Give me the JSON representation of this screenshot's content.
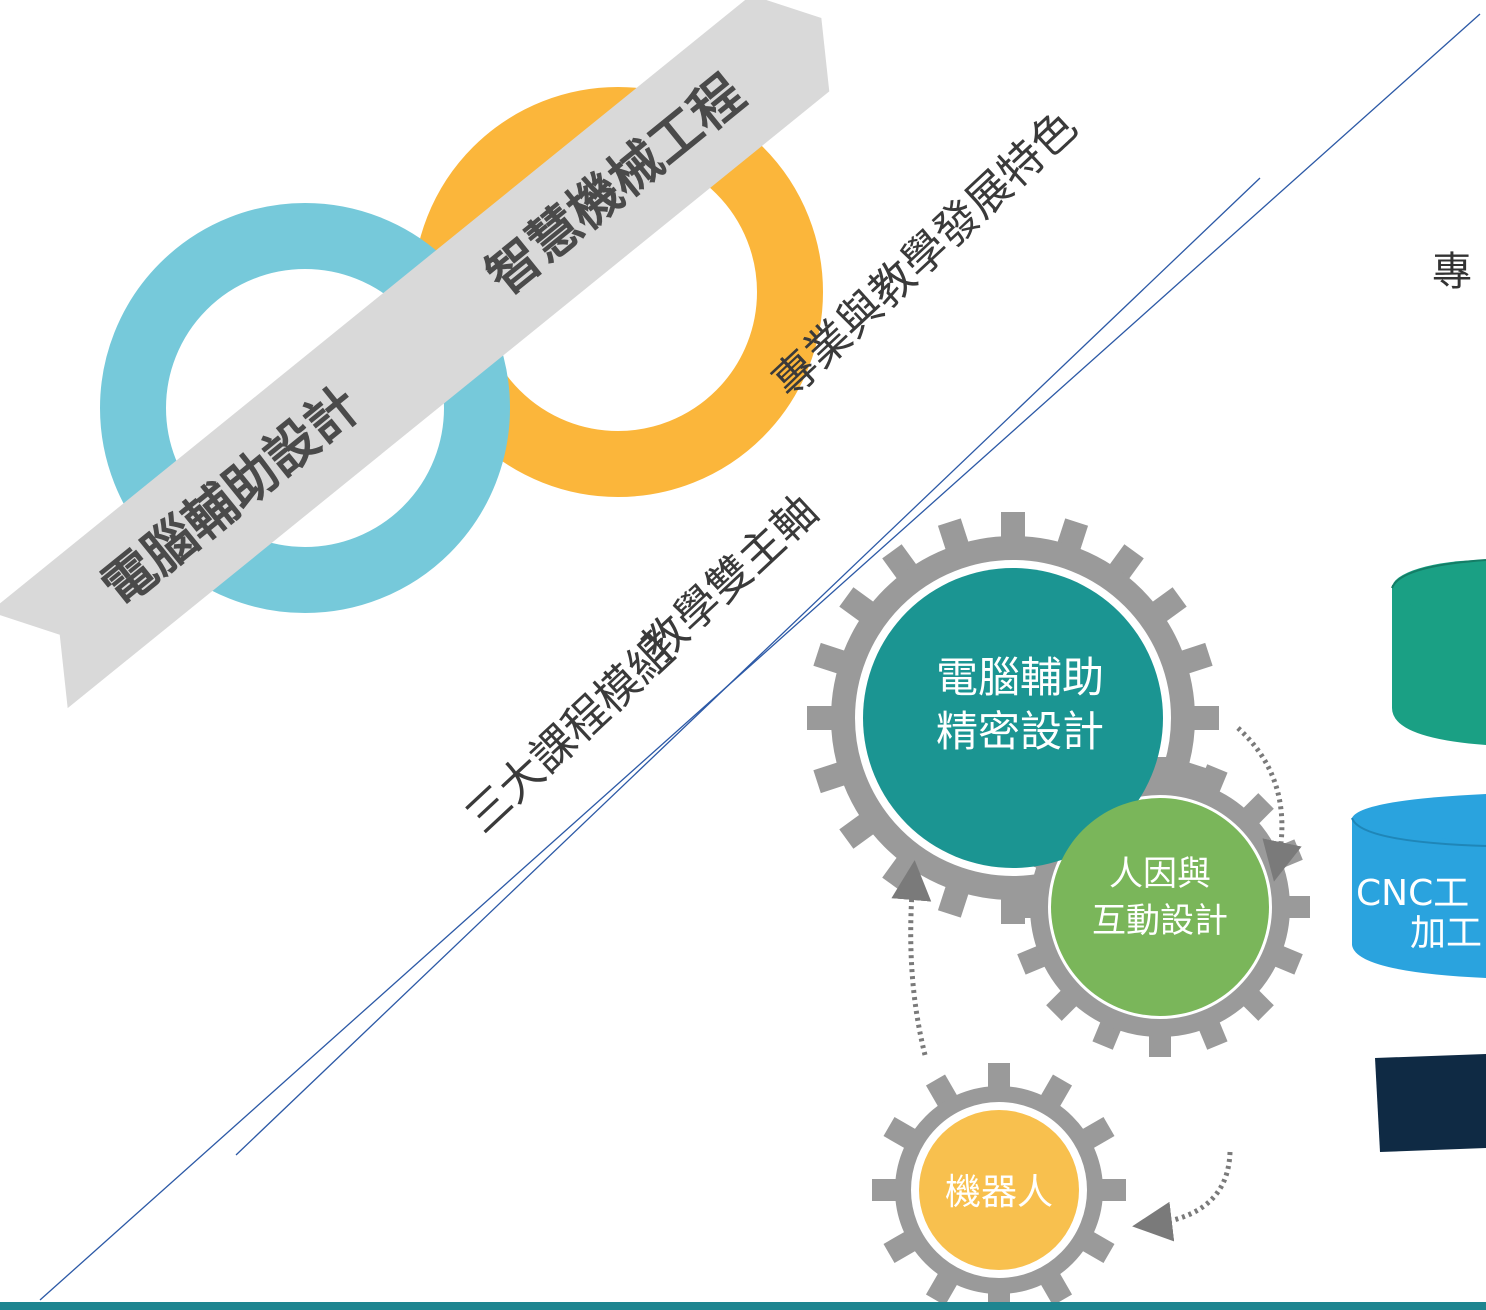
{
  "tracks": {
    "left_label": "電腦輔助設計",
    "right_label": "智慧機械工程"
  },
  "axes": {
    "main_axis": "教學雙主軸",
    "modules_title": "三大課程模組",
    "features_title": "專業與教學發展特色"
  },
  "modules": {
    "module_1": [
      "電腦輔助",
      "精密設計"
    ],
    "module_2": [
      "人因與",
      "互動設計"
    ],
    "module_3": "機器人"
  },
  "right_panel": {
    "header_char": "專",
    "cnc_line_1": "CNC工",
    "cnc_line_2": "加工"
  },
  "colors": {
    "cyan_ring": "#76c9da",
    "orange_ring": "#fbb63b",
    "banner": "#d9d9d9",
    "gear": "#9a9a9a",
    "module_teal": "#1b9592",
    "module_green": "#7ab65a",
    "module_yellow": "#f8c04e",
    "cylinder_green": "#1aa084",
    "cylinder_blue": "#2aa3de",
    "dark_bar": "#0f2a44",
    "divider_line": "#2c59a6",
    "bottom_bar": "#1e8590"
  }
}
